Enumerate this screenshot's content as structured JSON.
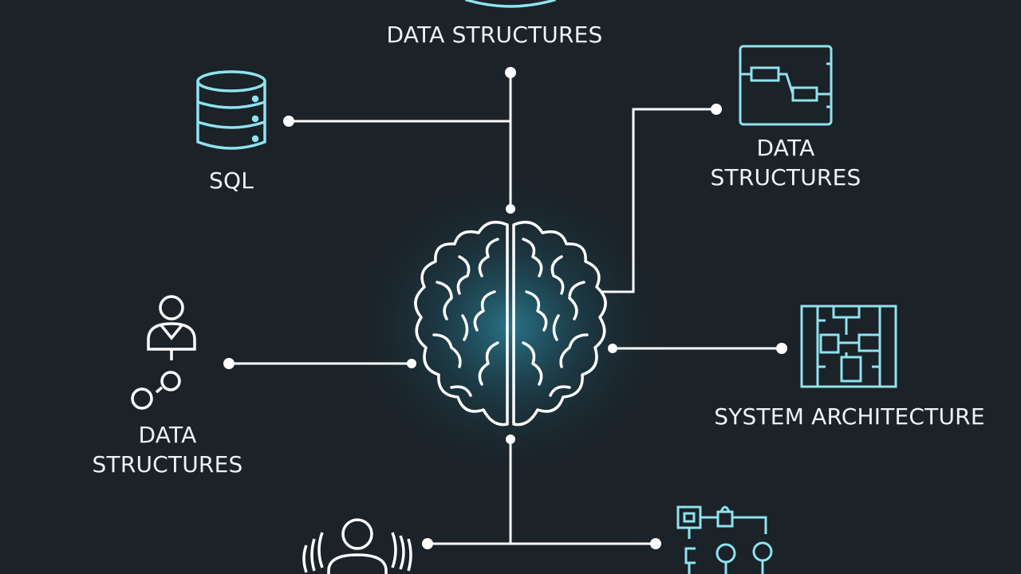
{
  "diagram": {
    "center": "brain-icon",
    "nodes": [
      {
        "id": "top",
        "icon": "database-icon",
        "label": "DATA STRUCTURES"
      },
      {
        "id": "sql",
        "icon": "database-icon",
        "label": "SQL"
      },
      {
        "id": "right-upper",
        "icon": "flowchart-icon",
        "label_lines": [
          "DATA",
          "STRUCTURES"
        ]
      },
      {
        "id": "left",
        "icon": "user-network-icon",
        "label_lines": [
          "DATA",
          "STRUCTURES"
        ]
      },
      {
        "id": "right-lower",
        "icon": "system-architecture-icon",
        "label": "SYSTEM ARCHITECTURE"
      },
      {
        "id": "bottom-left",
        "icon": "speaking-person-icon",
        "label": ""
      },
      {
        "id": "bottom-right",
        "icon": "circuit-icon",
        "label": ""
      }
    ]
  },
  "colors": {
    "background": "#1b2228",
    "line": "#ffffff",
    "icon_stroke": "#8fe3ef",
    "brain_glow": "#2e8fa8"
  }
}
